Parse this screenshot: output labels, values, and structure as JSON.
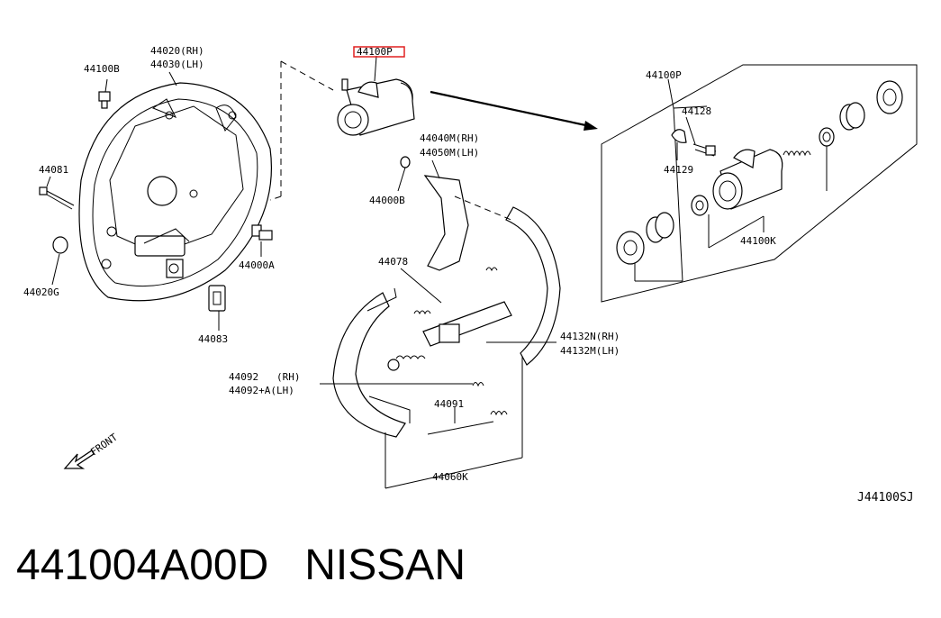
{
  "diagram": {
    "labels": {
      "p44100B": "44100B",
      "p44020": "44020(RH)",
      "p44030": "44030(LH)",
      "p44100P_top": "44100P",
      "p44081": "44081",
      "p44000A": "44000A",
      "p44020G": "44020G",
      "p44083": "44083",
      "p44040M": "44040M(RH)",
      "p44050M": "44050M(LH)",
      "p44000B": "44000B",
      "p44078": "44078",
      "p44132N": "44132N(RH)",
      "p44132M": "44132M(LH)",
      "p44092": "44092   (RH)",
      "p44092A": "44092+A(LH)",
      "p44091": "44091",
      "p44060K": "44060K",
      "p44100P_box": "44100P",
      "p44128": "44128",
      "p44129": "44129",
      "p44100K": "44100K",
      "front": "FRONT",
      "ref": "J44100SJ"
    },
    "highlight_color": "#e02020"
  },
  "caption": {
    "part_number": "441004A00D",
    "brand": "NISSAN"
  }
}
